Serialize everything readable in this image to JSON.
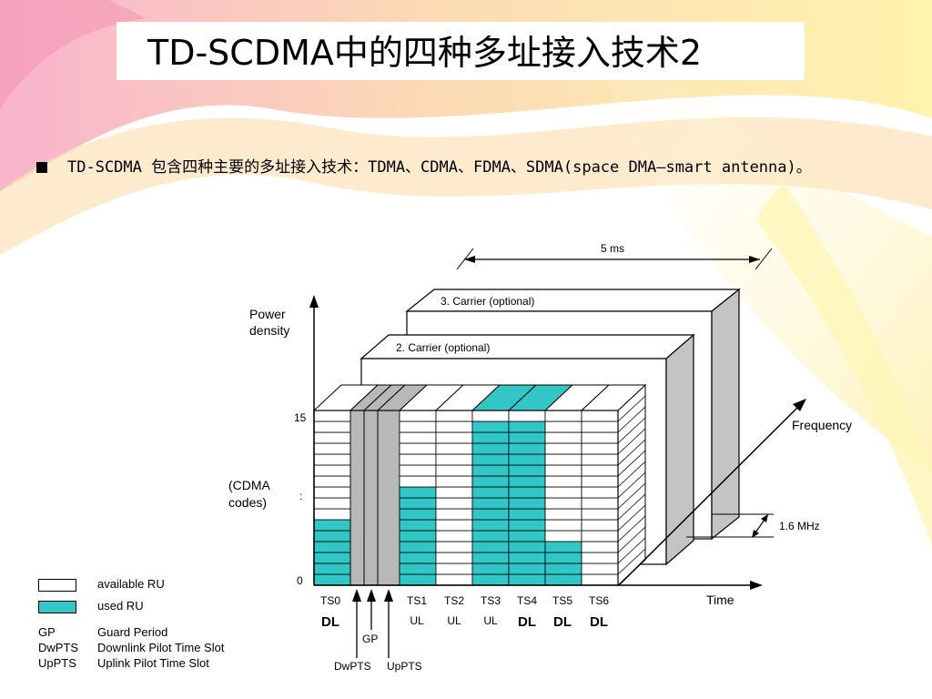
{
  "slide": {
    "title": "TD-SCDMA中的四种多址接入技术2",
    "bullet": "TD-SCDMA 包含四种主要的多址接入技术：TDMA、CDMA、FDMA、SDMA(space DMA—smart antenna)。"
  },
  "diagram": {
    "duration_label": "5 ms",
    "carrier3_label": "3. Carrier (optional)",
    "carrier2_label": "2. Carrier (optional)",
    "y_axis_label_line1": "Power",
    "y_axis_label_line2": "density",
    "y_tick_top": "15",
    "y_tick_mid": ":",
    "y_tick_bottom": "0",
    "codes_label_line1": "(CDMA",
    "codes_label_line2": "codes)",
    "frequency_label": "Frequency",
    "bandwidth_label": "1.6 MHz",
    "time_label": "Time",
    "gp_label": "GP",
    "dwpts_label": "DwPTS",
    "uppts_label": "UpPTS",
    "timeslots": [
      {
        "name": "TS0",
        "dir": "DL",
        "used_codes": 6
      },
      {
        "name": "TS1",
        "dir": "UL",
        "used_codes": 9
      },
      {
        "name": "TS2",
        "dir": "UL",
        "used_codes": 0
      },
      {
        "name": "TS3",
        "dir": "UL",
        "used_codes": 15
      },
      {
        "name": "TS4",
        "dir": "DL",
        "used_codes": 15
      },
      {
        "name": "TS5",
        "dir": "DL",
        "used_codes": 4
      },
      {
        "name": "TS6",
        "dir": "DL",
        "used_codes": 0
      }
    ],
    "colors": {
      "used": "#33c6c6",
      "available": "#ffffff",
      "pilot": "#b8b8b8"
    }
  },
  "legend": {
    "available": "available RU",
    "used": "used RU",
    "abbrevs": [
      {
        "abbr": "GP",
        "desc": "Guard Period"
      },
      {
        "abbr": "DwPTS",
        "desc": "Downlink Pilot Time Slot"
      },
      {
        "abbr": "UpPTS",
        "desc": "Uplink Pilot Time Slot"
      }
    ]
  }
}
